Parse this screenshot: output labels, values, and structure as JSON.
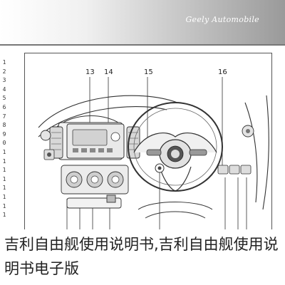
{
  "header": {
    "brand_text": "Geely Automobile"
  },
  "side_numbers": [
    "1",
    "2",
    "3",
    "4",
    "5",
    "6",
    "7",
    "8",
    "9",
    "0",
    "1",
    "1",
    "1",
    "1",
    "1",
    "1",
    "1",
    "1"
  ],
  "figure": {
    "callouts": [
      "13",
      "14",
      "15",
      "16"
    ]
  },
  "caption": {
    "text": "吉利自由舰使用说明书,吉利自由舰使用说明书电子版"
  }
}
